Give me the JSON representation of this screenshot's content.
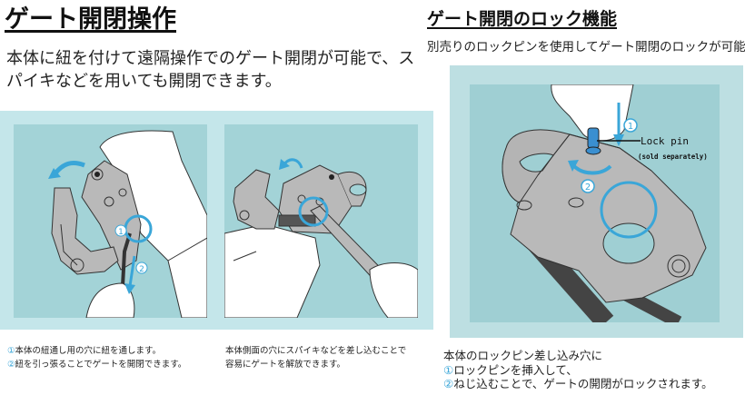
{
  "left_section": {
    "title": "ゲート開閉操作",
    "lead_line1": "本体に紐を付けて遠隔操作でのゲート開閉が可能で、ス",
    "lead_line2": "パイキなどを用いても開閉できます。",
    "figure1": {
      "callout_1": "1",
      "callout_2": "2"
    },
    "caption1": {
      "step1_num": "①",
      "step1_text": "本体の紐通し用の穴に紐を通します。",
      "step2_num": "②",
      "step2_text": "紐を引っ張ることでゲートを開閉できます。"
    },
    "caption2": {
      "line1": "本体側面の穴にスパイキなどを差し込むことで",
      "line2": "容易にゲートを解放できます。"
    }
  },
  "right_section": {
    "title": "ゲート開閉のロック機能",
    "lead": "別売りのロックピンを使用してゲート開閉のロックが可能",
    "figure": {
      "callout_1": "1",
      "callout_2": "2",
      "lock_pin_label": "Lock pin",
      "sold_separately_label": "(sold separately)"
    },
    "caption": {
      "line1": "本体のロックピン差し込み穴に",
      "step1_num": "①",
      "step1_text": "ロックピンを挿入して、",
      "step2_num": "②",
      "step2_text": "ねじ込むことで、ゲートの開閉がロックされます。"
    }
  },
  "colors": {
    "panel_outer": "#c4e6ea",
    "panel_inner": "#a3d3d7",
    "accent_blue": "#3aa6d8",
    "device_gray": "#b9b9b9"
  }
}
